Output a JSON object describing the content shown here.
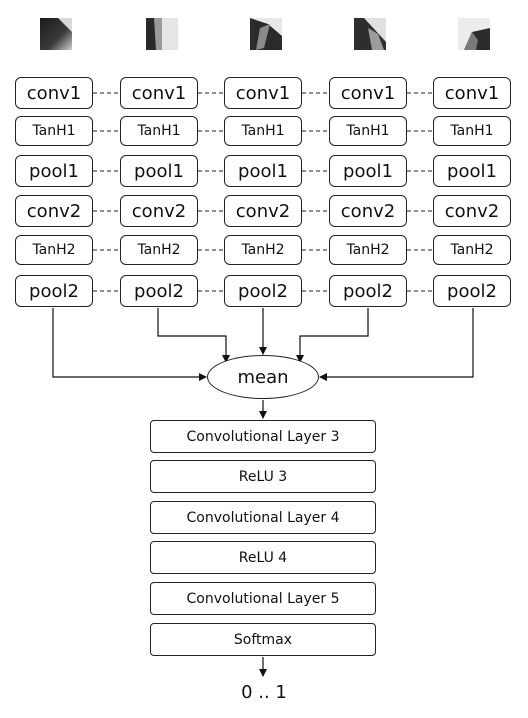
{
  "columns": [
    {
      "layers": [
        "conv1",
        "TanH1",
        "pool1",
        "conv2",
        "TanH2",
        "pool2"
      ]
    },
    {
      "layers": [
        "conv1",
        "TanH1",
        "pool1",
        "conv2",
        "TanH2",
        "pool2"
      ]
    },
    {
      "layers": [
        "conv1",
        "TanH1",
        "pool1",
        "conv2",
        "TanH2",
        "pool2"
      ]
    },
    {
      "layers": [
        "conv1",
        "TanH1",
        "pool1",
        "conv2",
        "TanH2",
        "pool2"
      ]
    },
    {
      "layers": [
        "conv1",
        "TanH1",
        "pool1",
        "conv2",
        "TanH2",
        "pool2"
      ]
    }
  ],
  "merge_label": "mean",
  "stack": [
    "Convolutional Layer 3",
    "ReLU 3",
    "Convolutional Layer 4",
    "ReLU 4",
    "Convolutional Layer 5",
    "Softmax"
  ],
  "output_label": "0 .. 1"
}
